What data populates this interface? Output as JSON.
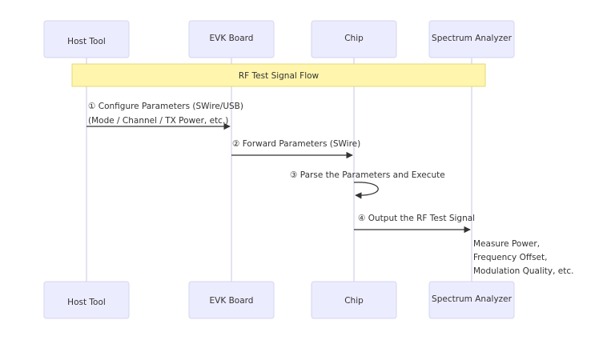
{
  "actors": {
    "host_tool": "Host Tool",
    "evk_board": "EVK Board",
    "chip": "Chip",
    "spectrum_analyzer": "Spectrum Analyzer"
  },
  "note": {
    "text": "RF Test Signal Flow"
  },
  "messages": {
    "m1_line1": "① Configure Parameters (SWire/USB)",
    "m1_line2": "(Mode / Channel / TX Power, etc.)",
    "m2": "② Forward Parameters (SWire)",
    "m3": "③ Parse the Parameters and Execute",
    "m4": "④ Output the RF Test Signal"
  },
  "analyzer_note": {
    "line1": "Measure Power,",
    "line2": "Frequency Offset,",
    "line3": "Modulation Quality, etc."
  },
  "colors": {
    "actor_fill": "#ececff",
    "note_fill": "#fff5ad",
    "line": "#333333"
  }
}
